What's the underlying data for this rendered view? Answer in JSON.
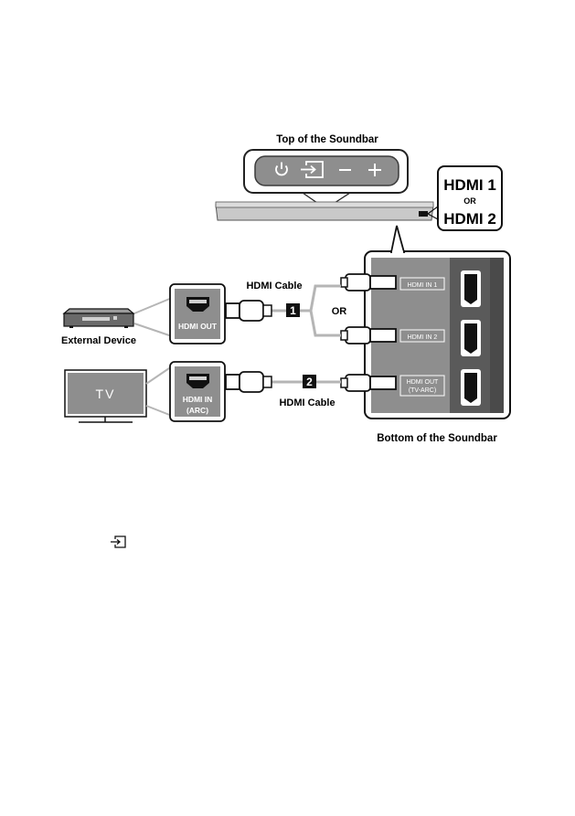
{
  "soundbar_top": {
    "title": "Top of the Soundbar",
    "buttons": [
      "power-icon",
      "source-icon",
      "minus-icon",
      "plus-icon"
    ]
  },
  "hdmi_badge": {
    "line1": "HDMI 1",
    "or": "OR",
    "line2": "HDMI 2"
  },
  "external_device": {
    "label": "External Device",
    "port_label": "HDMI OUT"
  },
  "tv": {
    "screen_text": "TV",
    "port_label_line1": "HDMI IN",
    "port_label_line2": "(ARC)"
  },
  "cables": {
    "top_label": "HDMI Cable",
    "bottom_label": "HDMI Cable",
    "marker1": "1",
    "marker2": "2",
    "or": "OR"
  },
  "soundbar_bottom": {
    "title": "Bottom of the Soundbar",
    "port1": "HDMI IN 1",
    "port2": "HDMI IN 2",
    "port3_line1": "HDMI OUT",
    "port3_line2": "(TV-ARC)"
  },
  "colors": {
    "panel_gray": "#8e8e8e",
    "dark_gray": "#5a5a5a",
    "line_gray": "#b5b5b5",
    "black": "#111111"
  }
}
